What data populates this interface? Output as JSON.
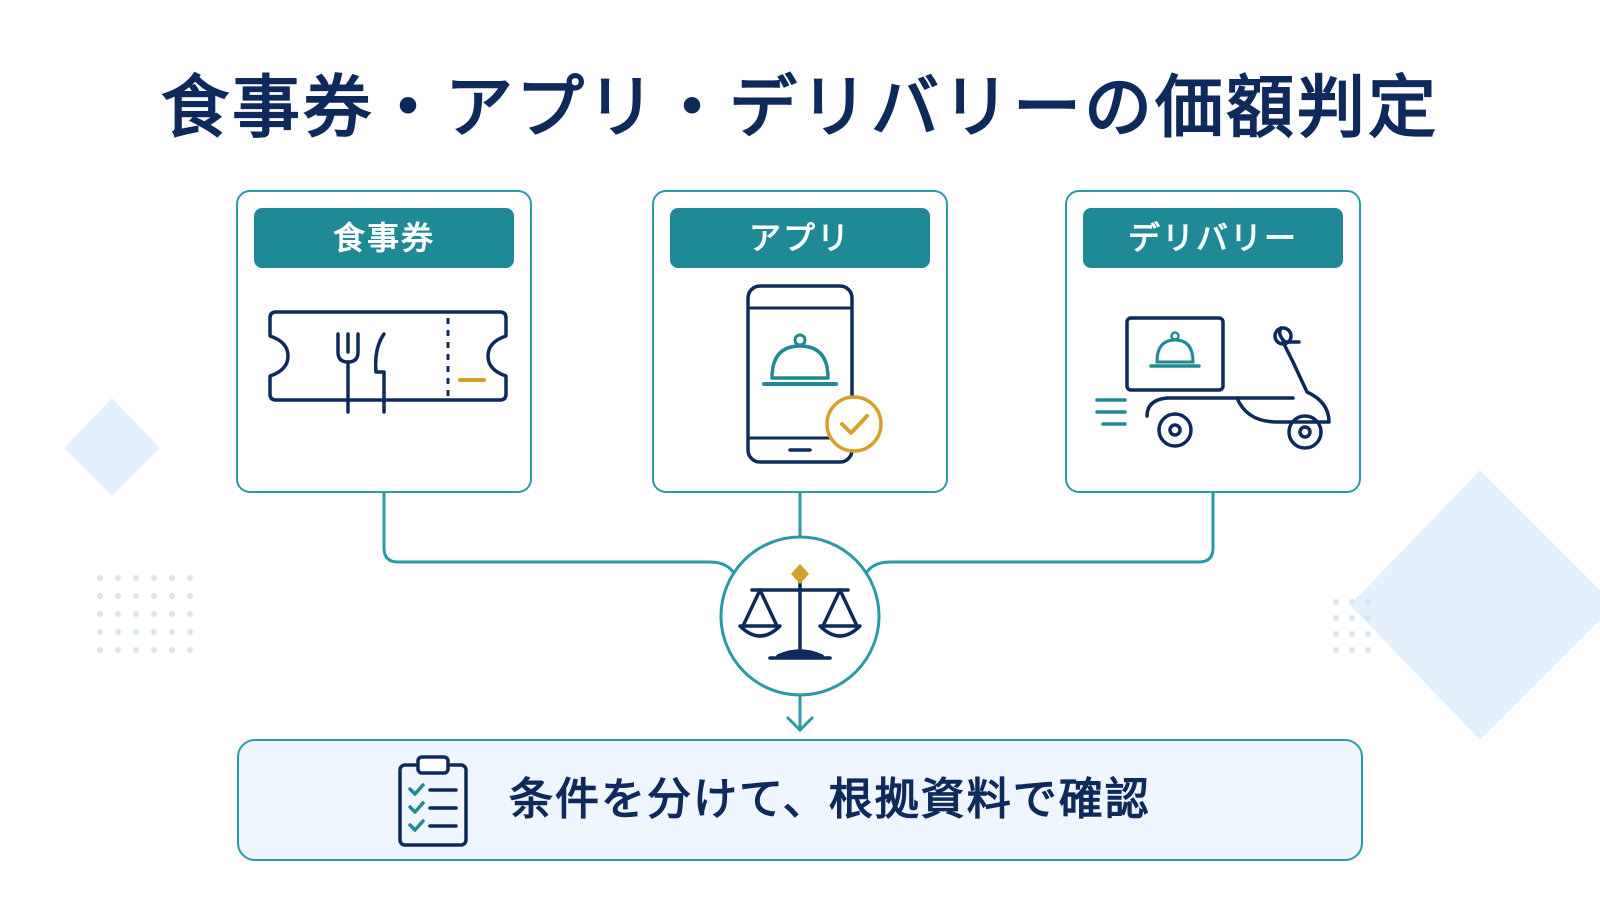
{
  "title": "食事券・アプリ・デリバリーの価額判定",
  "cards": [
    {
      "label": "食事券",
      "icon": "meal-ticket-icon"
    },
    {
      "label": "アプリ",
      "icon": "smartphone-food-app-icon"
    },
    {
      "label": "デリバリー",
      "icon": "delivery-scooter-icon"
    }
  ],
  "center_icon": "balance-scale-icon",
  "conclusion": {
    "text": "条件を分けて、根拠資料で確認",
    "icon": "clipboard-checklist-icon"
  },
  "colors": {
    "navy": "#0e2a5c",
    "teal": "#1f8a95",
    "gold": "#d4a22a",
    "light_blue": "#e6f1fb"
  }
}
